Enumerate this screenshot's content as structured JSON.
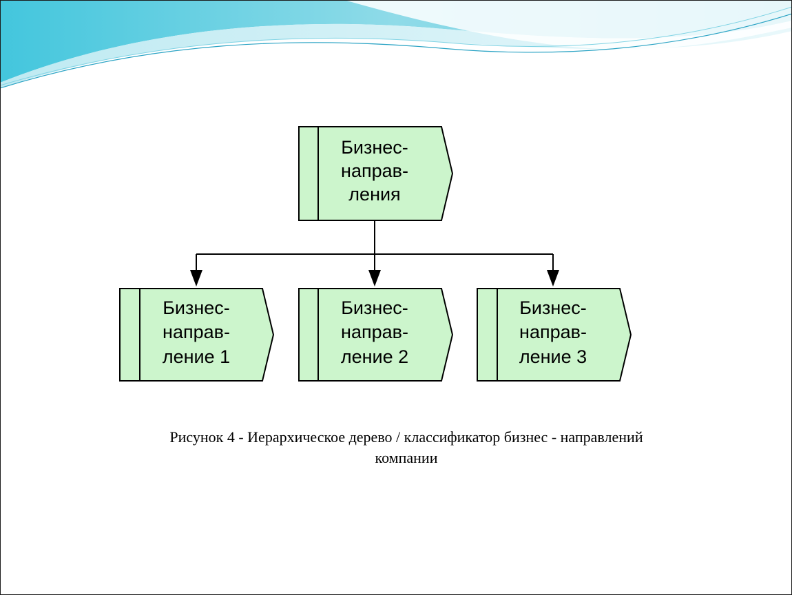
{
  "diagram": {
    "root": {
      "lines": [
        "Бизнес-",
        "направ-",
        "ления"
      ]
    },
    "children": [
      {
        "lines": [
          "Бизнес-",
          "направ-",
          "ление 1"
        ]
      },
      {
        "lines": [
          "Бизнес-",
          "направ-",
          "ление 2"
        ]
      },
      {
        "lines": [
          "Бизнес-",
          "направ-",
          "ление 3"
        ]
      }
    ],
    "colors": {
      "node_fill": "#ccf5cc",
      "node_stroke": "#000000",
      "connector": "#000000"
    }
  },
  "caption": {
    "line1": "Рисунок  4 - Иерархическое дерево / классификатор бизнес - направлений",
    "line2": "компании"
  }
}
